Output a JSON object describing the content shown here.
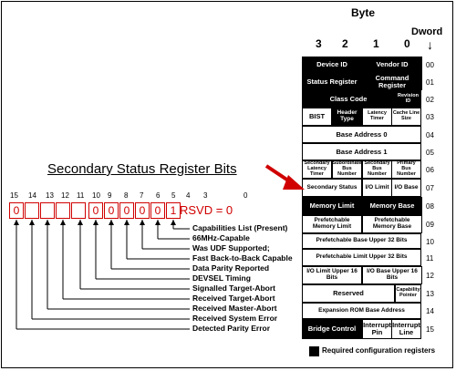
{
  "diagram": {
    "left_title": "Secondary Status Register Bits",
    "bit_numbers": [
      "15",
      "14",
      "13",
      "12",
      "11",
      "10",
      "9",
      "8",
      "7",
      "6",
      "5",
      "4",
      "3",
      "0"
    ],
    "bit_values": [
      "0",
      "",
      "",
      "",
      "",
      "0",
      "0",
      "0",
      "0",
      "0",
      "1"
    ],
    "reserved_label": "RSVD = 0",
    "bit_descriptions": [
      "Capabilities List (Present)",
      "66MHz-Capable",
      "Was UDF Supported;",
      "Fast Back-to-Back Capable",
      "Data Parity Reported",
      "DEVSEL Timing",
      "Signalled Target-Abort",
      "Received Target-Abort",
      "Received Master-Abort",
      "Received System Error",
      "Detected Parity Error"
    ],
    "header": {
      "byte_label": "Byte",
      "byte_numbers": [
        "3",
        "2",
        "1",
        "0"
      ],
      "dword_label": "Dword",
      "dword_arrow": "↓"
    },
    "rows": [
      {
        "num": "00",
        "cells": [
          {
            "text": "Device ID",
            "dark": true
          },
          {
            "text": "Vendor ID",
            "dark": true
          }
        ]
      },
      {
        "num": "01",
        "cells": [
          {
            "text": "Status Register",
            "dark": true
          },
          {
            "text": "Command Register",
            "dark": true
          }
        ]
      },
      {
        "num": "02",
        "cells": [
          {
            "text": "Class Code",
            "dark": true
          },
          {
            "text": "Revision ID",
            "dark": true
          }
        ]
      },
      {
        "num": "03",
        "cells": [
          {
            "text": "BIST",
            "dark": false
          },
          {
            "text": "Header Type",
            "dark": true
          },
          {
            "text": "Latency Timer",
            "dark": false
          },
          {
            "text": "Cache Line Size",
            "dark": false
          }
        ]
      },
      {
        "num": "04",
        "cells": [
          {
            "text": "Base Address 0",
            "dark": false
          }
        ]
      },
      {
        "num": "05",
        "cells": [
          {
            "text": "Base Address 1",
            "dark": false
          }
        ]
      },
      {
        "num": "06",
        "cells": [
          {
            "text": "Secondary Latency Timer",
            "dark": false
          },
          {
            "text": "Subordinate Bus Number",
            "dark": false
          },
          {
            "text": "Secondary Bus Number",
            "dark": false
          },
          {
            "text": "Primary Bus Number",
            "dark": false
          }
        ]
      },
      {
        "num": "07",
        "cells": [
          {
            "text": "Secondary Status",
            "dark": false
          },
          {
            "text": "I/O Limit",
            "dark": false
          },
          {
            "text": "I/O Base",
            "dark": false
          }
        ]
      },
      {
        "num": "08",
        "cells": [
          {
            "text": "Memory Limit",
            "dark": true
          },
          {
            "text": "Memory Base",
            "dark": true
          }
        ]
      },
      {
        "num": "09",
        "cells": [
          {
            "text": "Prefetchable Memory Limit",
            "dark": false
          },
          {
            "text": "Prefetchable Memory Base",
            "dark": false
          }
        ]
      },
      {
        "num": "10",
        "cells": [
          {
            "text": "Prefetchable Base Upper 32 Bits",
            "dark": false
          }
        ]
      },
      {
        "num": "11",
        "cells": [
          {
            "text": "Prefetchable Limit Upper 32 Bits",
            "dark": false
          }
        ]
      },
      {
        "num": "12",
        "cells": [
          {
            "text": "I/O Limit Upper 16 Bits",
            "dark": false
          },
          {
            "text": "I/O Base Upper 16 Bits",
            "dark": false
          }
        ]
      },
      {
        "num": "13",
        "cells": [
          {
            "text": "Reserved",
            "dark": false
          },
          {
            "text": "Capability Pointer",
            "dark": false
          }
        ]
      },
      {
        "num": "14",
        "cells": [
          {
            "text": "Expansion ROM Base Address",
            "dark": false
          }
        ]
      },
      {
        "num": "15",
        "cells": [
          {
            "text": "Bridge Control",
            "dark": true
          },
          {
            "text": "Interrupt Pin",
            "dark": false
          },
          {
            "text": "Interrupt Line",
            "dark": false
          }
        ]
      }
    ],
    "legend": "Required configuration registers",
    "colors": {
      "highlight": "#d00000",
      "dark": "#000000",
      "light": "#ffffff"
    }
  }
}
